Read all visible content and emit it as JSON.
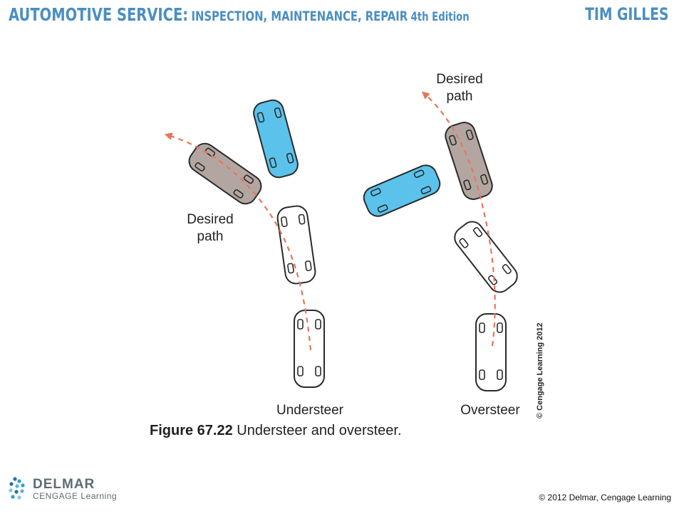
{
  "header": {
    "title_main": "AUTOMOTIVE SERVICE:",
    "title_sub": "INSPECTION, MAINTENANCE, REPAIR",
    "edition": "4th Edition",
    "author": "TIM GILLES"
  },
  "figure": {
    "label_desired_path_left": [
      "Desired",
      "path"
    ],
    "label_desired_path_right": [
      "Desired",
      "path"
    ],
    "label_understeer": "Understeer",
    "label_oversteer": "Oversteer",
    "caption_number": "Figure 67.22",
    "caption_text": "Understeer and oversteer.",
    "vertical_copyright": "© Cengage Learning 2012",
    "colors": {
      "blue_car": "#5bc2ec",
      "taupe_car": "#b3a6a1",
      "white_car": "#ffffff",
      "path": "#e8765a",
      "outline": "#2a2a2a"
    }
  },
  "footer": {
    "logo_name": "DELMAR",
    "logo_sub": "CENGAGE Learning",
    "copyright": "© 2012 Delmar, Cengage Learning"
  }
}
